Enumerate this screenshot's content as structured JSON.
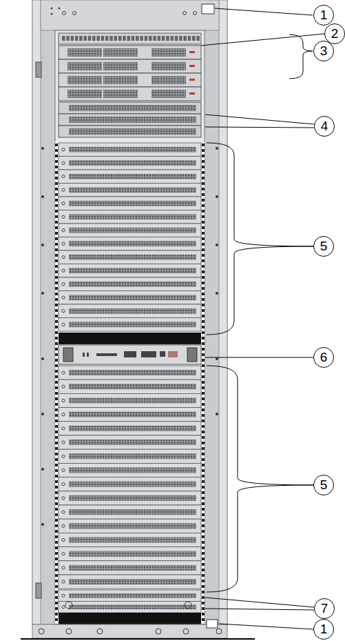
{
  "diagram": {
    "labels": [
      "1",
      "2",
      "3",
      "4",
      "5",
      "6",
      "5",
      "7",
      "1"
    ]
  }
}
